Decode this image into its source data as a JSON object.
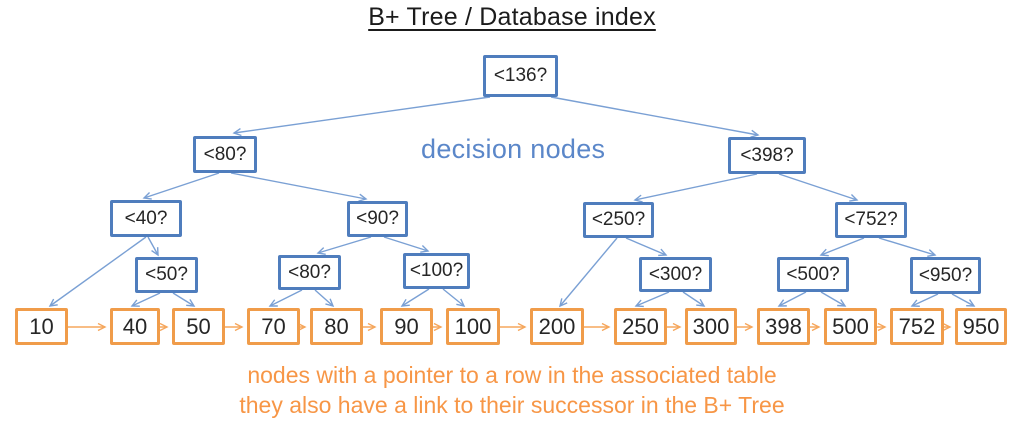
{
  "title": "B+ Tree / Database index",
  "labels": {
    "decision_nodes": "decision nodes",
    "caption_line1": "nodes with a pointer to a row in the associated table",
    "caption_line2": "they also have a link to their successor in the B+ Tree"
  },
  "colors": {
    "decision_border_blue": "#4f7dbd",
    "decision_arrow_blue": "#7aa0d4",
    "decision_label_blue": "#5b87c9",
    "leaf_border_orange": "#f09c4a",
    "leaf_arrow_orange": "#f5a75d",
    "caption_orange": "#f79646",
    "node_text": "#262626",
    "title_text": "#1b1b1b"
  },
  "decision_nodes": [
    {
      "label": "<136?"
    },
    {
      "label": "<80?"
    },
    {
      "label": "<398?"
    },
    {
      "label": "<40?"
    },
    {
      "label": "<90?"
    },
    {
      "label": "<250?"
    },
    {
      "label": "<752?"
    },
    {
      "label": "<50?"
    },
    {
      "label": "<80?"
    },
    {
      "label": "<100?"
    },
    {
      "label": "<300?"
    },
    {
      "label": "<500?"
    },
    {
      "label": "<950?"
    }
  ],
  "leaf_nodes": [
    {
      "label": "10"
    },
    {
      "label": "40"
    },
    {
      "label": "50"
    },
    {
      "label": "70"
    },
    {
      "label": "80"
    },
    {
      "label": "90"
    },
    {
      "label": "100"
    },
    {
      "label": "200"
    },
    {
      "label": "250"
    },
    {
      "label": "300"
    },
    {
      "label": "398"
    },
    {
      "label": "500"
    },
    {
      "label": "752"
    },
    {
      "label": "950"
    }
  ],
  "tree_structure": {
    "root": "<136?",
    "edges": [
      {
        "from": "<136?",
        "to": [
          "<80?",
          "<398?"
        ]
      },
      {
        "from": "<80?",
        "to": [
          "<40?",
          "<90?"
        ]
      },
      {
        "from": "<398?",
        "to": [
          "<250?",
          "<752?"
        ]
      },
      {
        "from": "<40?",
        "to": [
          "10",
          "<50?"
        ]
      },
      {
        "from": "<50?",
        "to": [
          "40",
          "50"
        ]
      },
      {
        "from": "<90?",
        "to": [
          "<80?",
          "<100?"
        ]
      },
      {
        "from": "<80? (leaf-level)",
        "to": [
          "70",
          "80"
        ]
      },
      {
        "from": "<100?",
        "to": [
          "90",
          "100"
        ]
      },
      {
        "from": "<250?",
        "to": [
          "200",
          "<300?"
        ]
      },
      {
        "from": "<300?",
        "to": [
          "250",
          "300"
        ]
      },
      {
        "from": "<752?",
        "to": [
          "<500?",
          "<950?"
        ]
      },
      {
        "from": "<500?",
        "to": [
          "398",
          "500"
        ]
      },
      {
        "from": "<950?",
        "to": [
          "752",
          "950"
        ]
      }
    ],
    "leaf_linked_list": [
      "10",
      "40",
      "50",
      "70",
      "80",
      "90",
      "100",
      "200",
      "250",
      "300",
      "398",
      "500",
      "752",
      "950"
    ]
  }
}
